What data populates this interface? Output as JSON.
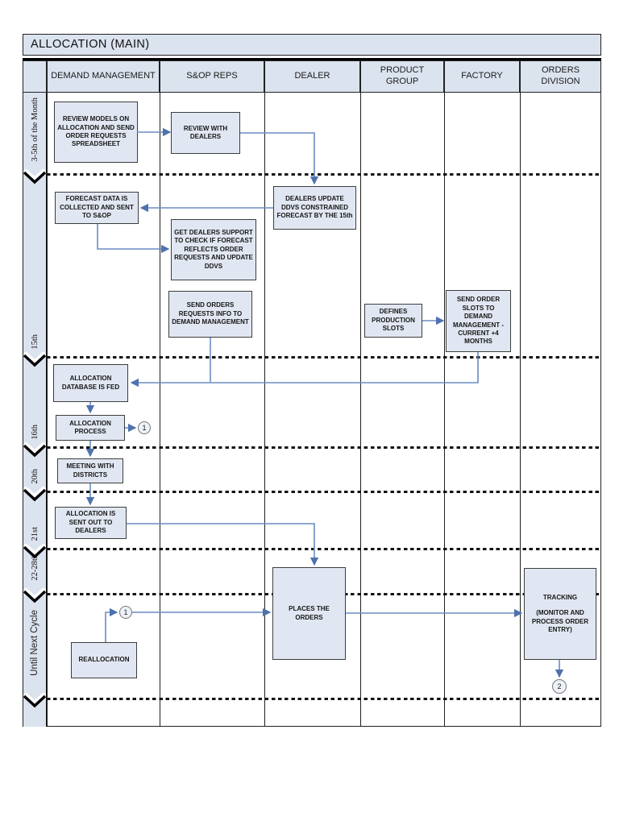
{
  "title": "ALLOCATION (MAIN)",
  "columns": [
    "DEMAND MANAGEMENT",
    "S&OP REPS",
    "DEALER",
    "PRODUCT GROUP",
    "FACTORY",
    "ORDERS DIVISION"
  ],
  "timeline_rows": [
    "3-5th of the Month",
    "15th",
    "16th",
    "20th",
    "21st",
    "22-28th",
    "Until Next Cycle"
  ],
  "boxes": {
    "review_models": "REVIEW MODELS ON ALLOCATION AND SEND ORDER REQUESTS SPREADSHEET",
    "review_with_dealers": "REVIEW WITH DEALERS",
    "forecast_collected": "FORECAST DATA IS COLLECTED AND SENT TO  S&OP",
    "get_dealers_support": "GET DEALERS SUPPORT TO CHECK IF FORECAST REFLECTS ORDER REQUESTS AND UPDATE DDVS",
    "send_orders_info": "SEND ORDERS REQUESTS INFO TO DEMAND MANAGEMENT",
    "dealers_update": "DEALERS UPDATE DDVS CONSTRAINED FORECAST BY THE 15th",
    "defines_slots": "DEFINES PRODUCTION SLOTS",
    "send_order_slots": "SEND ORDER SLOTS TO DEMAND MANAGEMENT - CURRENT +4 MONTHS",
    "allocation_db": "ALLOCATION DATABASE IS FED",
    "allocation_process": "ALLOCATION PROCESS",
    "meeting_districts": "MEETING WITH DISTRICTS",
    "allocation_sent": "ALLOCATION IS SENT OUT TO DEALERS",
    "places_orders": "PLACES THE ORDERS",
    "reallocation": "REALLOCATION",
    "tracking_title": "TRACKING",
    "tracking_sub": "(MONITOR AND PROCESS ORDER ENTRY)"
  },
  "offpage_refs": {
    "r1a": "1",
    "r1b": "1",
    "r2": "2"
  },
  "colors": {
    "arrow": "#6b8cc3",
    "arrowhead": "#4f72ad",
    "panel_fill": "#dbe3ef",
    "box_fill": "#e1e7f2",
    "box_border": "#3d3d3d"
  }
}
